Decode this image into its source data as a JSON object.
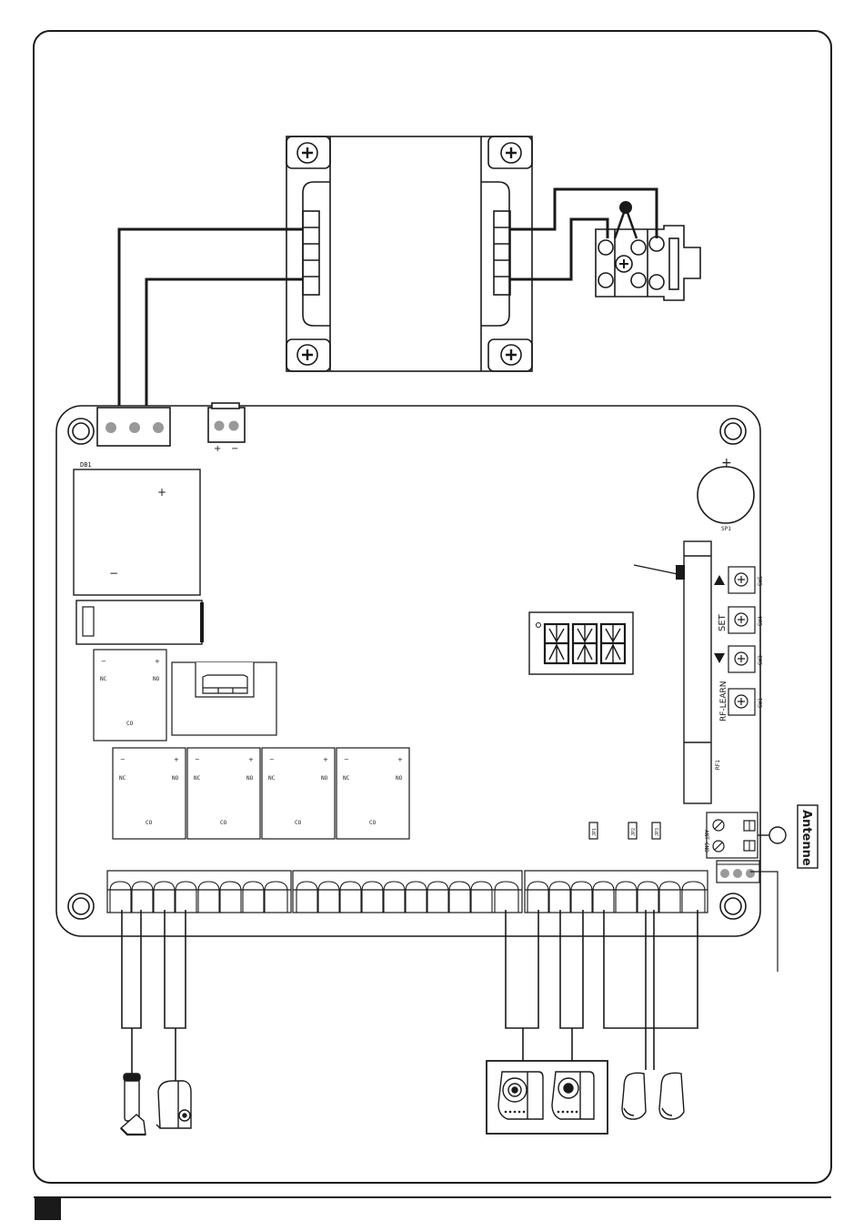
{
  "board": {
    "ref_db1": "DB1",
    "plus": "+",
    "minus": "−",
    "ref_sp1": "SP1",
    "ref_rf1": "RF1",
    "label_antenne": "Antenne",
    "label_ant": "ANT",
    "label_gnd": "GND"
  },
  "buttons": [
    {
      "label": "",
      "ref": "SW5",
      "symbol": "up-triangle-icon"
    },
    {
      "label": "SET",
      "ref": "SW4",
      "symbol": ""
    },
    {
      "label": "",
      "ref": "SW3",
      "symbol": "down-triangle-icon"
    },
    {
      "label": "RF-LEARN",
      "ref": "SW1",
      "symbol": ""
    }
  ],
  "relays": [
    {
      "minus": "−",
      "plus": "+",
      "nc": "NC",
      "no": "NO",
      "co": "CO"
    },
    {
      "minus": "−",
      "plus": "+",
      "nc": "NC",
      "no": "NO",
      "co": "CO"
    },
    {
      "minus": "−",
      "plus": "+",
      "nc": "NC",
      "no": "NO",
      "co": "CO"
    },
    {
      "minus": "−",
      "plus": "+",
      "nc": "NC",
      "no": "NO",
      "co": "CO"
    },
    {
      "minus": "−",
      "plus": "+",
      "nc": "NC",
      "no": "NO",
      "co": "CO"
    }
  ],
  "small_parts": [
    "JP1",
    "JP2",
    "JP3"
  ],
  "power_plus": "+",
  "power_minus": "−"
}
